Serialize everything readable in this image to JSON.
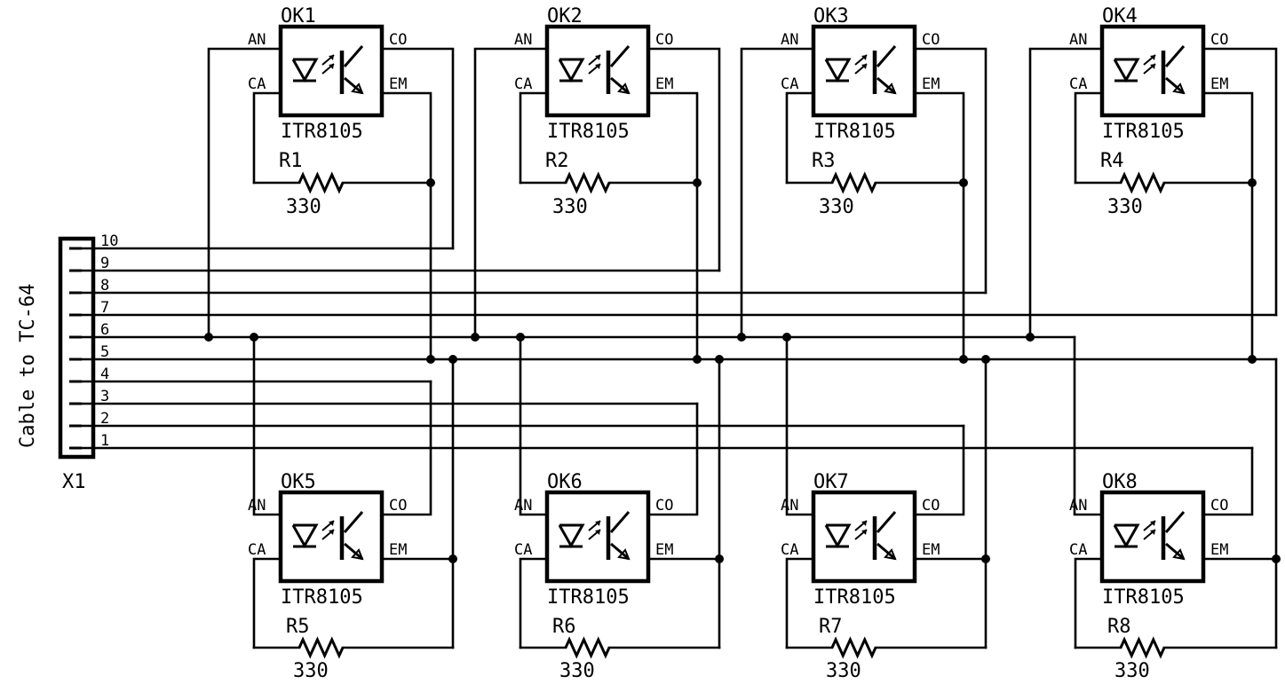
{
  "connector": {
    "name": "X1",
    "caption": "Cable to TC-64",
    "pins": [
      "10",
      "9",
      "8",
      "7",
      "6",
      "5",
      "4",
      "3",
      "2",
      "1"
    ]
  },
  "pin_labels": {
    "anode": "AN",
    "cathode": "CA",
    "collector": "CO",
    "emitter": "EM"
  },
  "optocouplers": [
    {
      "name": "OK1",
      "part": "ITR8105",
      "resistor": "R1",
      "value": "330"
    },
    {
      "name": "OK2",
      "part": "ITR8105",
      "resistor": "R2",
      "value": "330"
    },
    {
      "name": "OK3",
      "part": "ITR8105",
      "resistor": "R3",
      "value": "330"
    },
    {
      "name": "OK4",
      "part": "ITR8105",
      "resistor": "R4",
      "value": "330"
    },
    {
      "name": "OK5",
      "part": "ITR8105",
      "resistor": "R5",
      "value": "330"
    },
    {
      "name": "OK6",
      "part": "ITR8105",
      "resistor": "R6",
      "value": "330"
    },
    {
      "name": "OK7",
      "part": "ITR8105",
      "resistor": "R7",
      "value": "330"
    },
    {
      "name": "OK8",
      "part": "ITR8105",
      "resistor": "R8",
      "value": "330"
    }
  ]
}
